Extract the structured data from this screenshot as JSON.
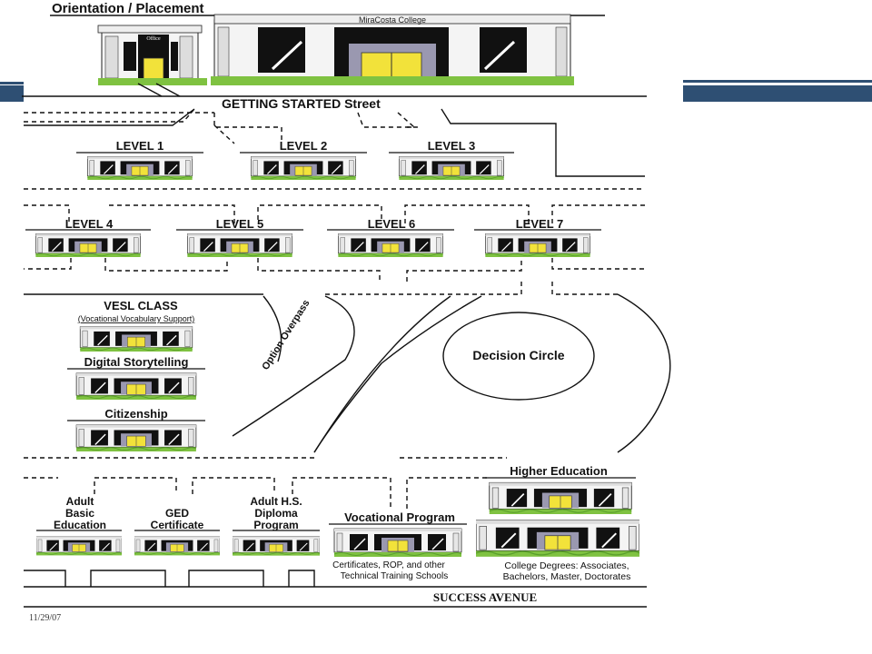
{
  "title": "Orientation / Placement",
  "main_building_sign": "MiraCosta College",
  "small_building_sign": "Office",
  "building_sign": "MiraCosta College",
  "street_top": "GETTING STARTED Street",
  "levels_row1": [
    "LEVEL 1",
    "LEVEL 2",
    "LEVEL 3"
  ],
  "levels_row2": [
    "LEVEL 4",
    "LEVEL 5",
    "LEVEL 6",
    "LEVEL 7"
  ],
  "vesl_title": "VESL CLASS",
  "vesl_subtitle": "(Vocational Vocabulary Support)",
  "digital_storytelling": "Digital Storytelling",
  "citizenship": "Citizenship",
  "option_overpass": "Option Overpass",
  "decision_circle": "Decision Circle",
  "adult_basic": [
    "Adult",
    "Basic",
    "Education"
  ],
  "ged": [
    "GED",
    "Certificate"
  ],
  "adult_hs": [
    "Adult H.S.",
    "Diploma",
    "Program"
  ],
  "vocational_title": "Vocational Program",
  "vocational_caption": [
    "Certificates, ROP, and other",
    "Technical Training Schools"
  ],
  "higher_ed_title": "Higher Education",
  "higher_ed_caption": [
    "College Degrees: Associates,",
    "Bachelors, Master, Doctorates"
  ],
  "street_bottom": "SUCCESS AVENUE",
  "date": "11/29/07",
  "colors": {
    "slide_band": "#2e4f73",
    "building_roof": "#f4f4f4",
    "door": "#f2e23a",
    "grass": "#7fc241",
    "window_dark": "#111111",
    "building_grey": "#9a98b0"
  }
}
